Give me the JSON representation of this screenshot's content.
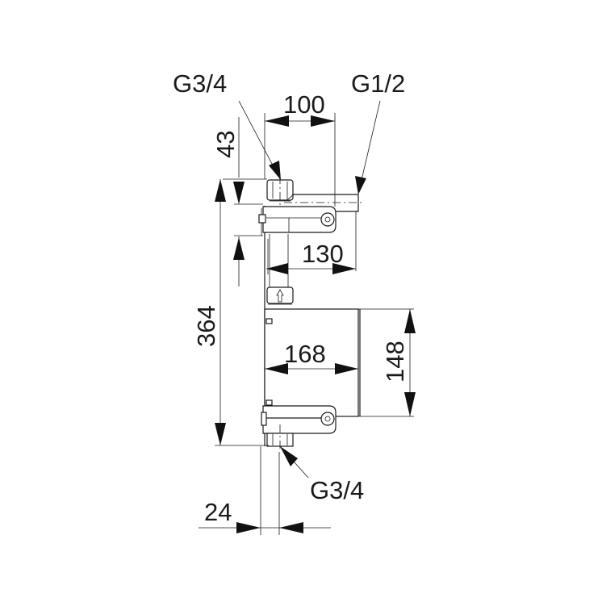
{
  "diagram": {
    "type": "technical-dimension-drawing",
    "subject": "concealed thermostatic valve body, side view",
    "colors": {
      "line": "#1a1a1a",
      "background": "#ffffff"
    },
    "connections": {
      "top_inlet": "G3/4",
      "top_outlet": "G1/2",
      "bottom_inlet": "G3/4"
    },
    "dimensions": {
      "top_width": "100",
      "top_offset": "43",
      "overall_height": "364",
      "spindle_depth": "130",
      "body_depth": "168",
      "body_height": "148",
      "wall_offset": "24"
    }
  }
}
